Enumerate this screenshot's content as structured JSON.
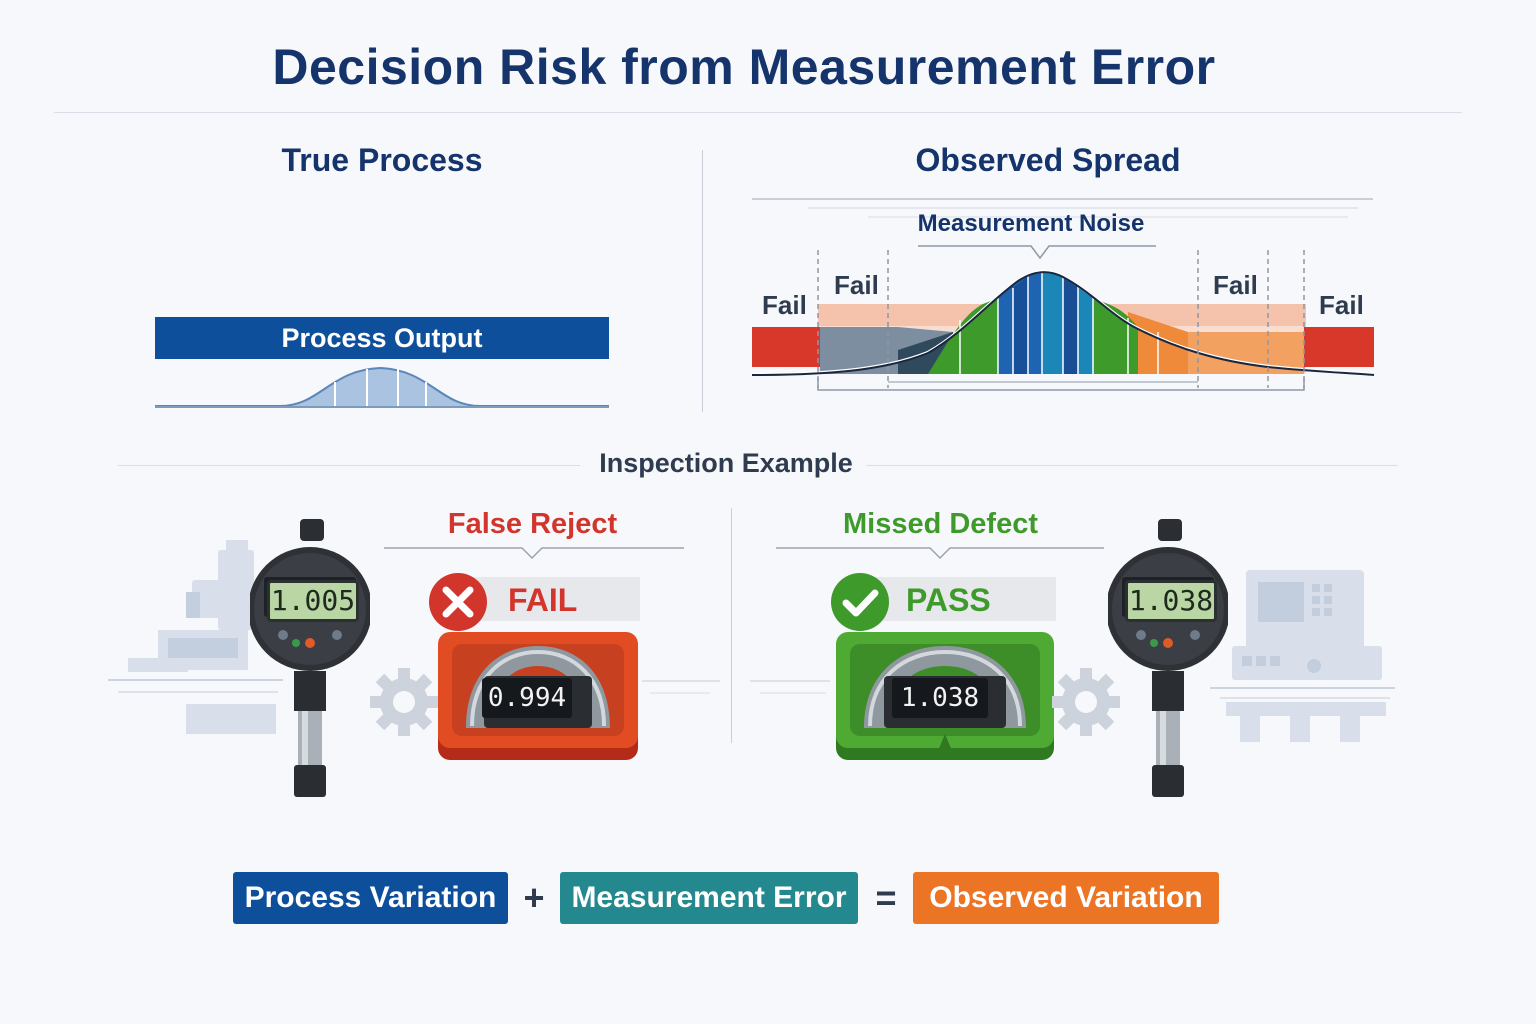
{
  "title": "Decision Risk from Measurement Error",
  "true_process": {
    "heading": "True Process",
    "bar_label": "Process Output"
  },
  "observed": {
    "heading": "Observed Spread",
    "noise_label": "Measurement Noise",
    "fail_labels": [
      "Fail",
      "Fail",
      "Fail",
      "Fail"
    ]
  },
  "inspection": {
    "heading": "Inspection Example",
    "left": {
      "case_label": "False Reject",
      "gauge_reading": "1.005",
      "result": "FAIL",
      "part_reading": "0.994"
    },
    "right": {
      "case_label": "Missed Defect",
      "gauge_reading": "1.038",
      "result": "PASS",
      "part_reading": "1.038"
    }
  },
  "equation": {
    "term1": "Process Variation",
    "plus": "+",
    "term2": "Measurement Error",
    "equals": "=",
    "result": "Observed Variation"
  },
  "colors": {
    "navy": "#14346b",
    "blue": "#0e4f9c",
    "teal": "#24888f",
    "orange": "#ec7425",
    "red": "#d8382a",
    "green": "#3f9a2c"
  }
}
